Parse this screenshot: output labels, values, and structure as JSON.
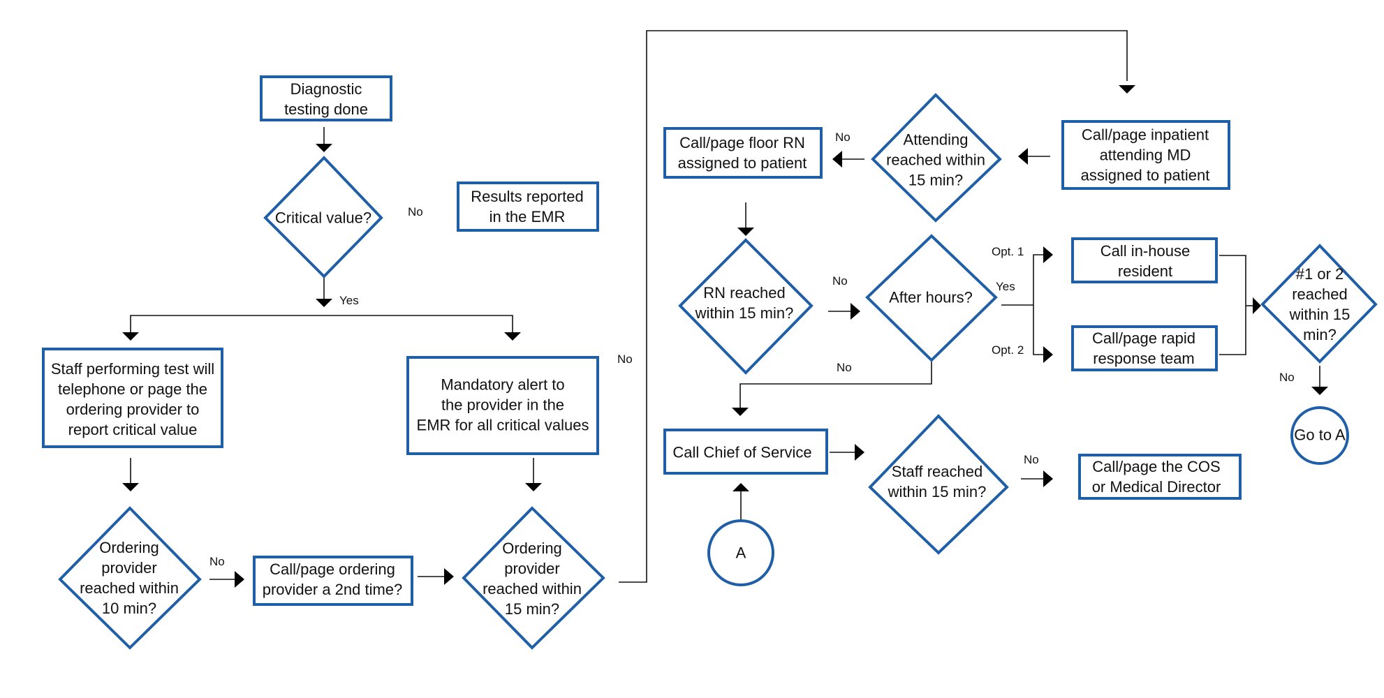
{
  "colors": {
    "node_border": "#1f5fa8",
    "connector": "#111111",
    "text": "#111111"
  },
  "nodes": {
    "diagnostic_testing": [
      "Diagnostic",
      "testing done"
    ],
    "critical_value": [
      "Critical value?"
    ],
    "results_emr": [
      "Results reported",
      "in the EMR"
    ],
    "staff_performing": [
      "Staff performing test will",
      "telephone or page the",
      "ordering provider to",
      "report critical value"
    ],
    "mandatory_alert": [
      "Mandatory alert to",
      "the provider in the",
      "EMR for all critical values"
    ],
    "ordering_10": [
      "Ordering",
      "provider",
      "reached within",
      "10 min?"
    ],
    "call_2nd": [
      "Call/page ordering",
      "provider a 2nd time?"
    ],
    "ordering_15": [
      "Ordering",
      "provider",
      "reached within",
      "15 min?"
    ],
    "call_attending": [
      "Call/page inpatient",
      "attending MD",
      "assigned to patient"
    ],
    "attending_reached": [
      "Attending",
      "reached within",
      "15 min?"
    ],
    "call_floor_rn": [
      "Call/page floor RN",
      "assigned to patient"
    ],
    "rn_reached": [
      "RN reached",
      "within 15 min?"
    ],
    "after_hours": [
      "After hours?"
    ],
    "call_resident": [
      "Call in-house",
      "resident"
    ],
    "call_rapid": [
      "Call/page rapid",
      "response team"
    ],
    "reached_12": [
      "#1 or 2",
      "reached",
      "within 15",
      "min?"
    ],
    "go_to_a": [
      "Go to A"
    ],
    "call_chief": [
      "Call Chief of Service"
    ],
    "connector_a": [
      "A"
    ],
    "staff_reached": [
      "Staff reached",
      "within 15 min?"
    ],
    "call_cos": [
      "Call/page the COS",
      "or Medical Director"
    ]
  },
  "edge_labels": {
    "critical_no": "No",
    "critical_yes": "Yes",
    "ordering10_no": "No",
    "ordering15_no": "No",
    "attending_no": "No",
    "rn_no": "No",
    "after_yes": "Yes",
    "after_no": "No",
    "opt1": "Opt. 1",
    "opt2": "Opt. 2",
    "reached12_no": "No",
    "staff_no": "No"
  }
}
